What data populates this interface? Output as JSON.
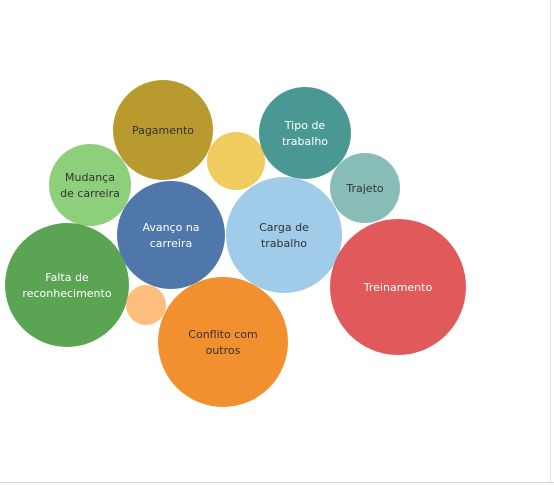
{
  "chart_data": {
    "type": "bubble",
    "title": "",
    "bubbles": [
      {
        "label": "Pagamento",
        "color": "#b89a2e",
        "label_color": "#333333"
      },
      {
        "label": "",
        "color": "#f0cc5e"
      },
      {
        "label": "Tipo de trabalho",
        "color": "#4a9893",
        "label_color": "#ffffff"
      },
      {
        "label": "Mudança de carreira",
        "color": "#8dcf7b",
        "label_color": "#333333"
      },
      {
        "label": "Trajeto",
        "color": "#87bcb7",
        "label_color": "#333333"
      },
      {
        "label": "Avanço na carreira",
        "color": "#4f77a9",
        "label_color": "#ffffff"
      },
      {
        "label": "Carga de trabalho",
        "color": "#a0cbe9",
        "label_color": "#333333"
      },
      {
        "label": "Treinamento",
        "color": "#e05a5c",
        "label_color": "#ffffff"
      },
      {
        "label": "Falta de reconhecimento",
        "color": "#5aa453",
        "label_color": "#ffffff"
      },
      {
        "label": "",
        "color": "#ffbe7e"
      },
      {
        "label": "Conflito com outros",
        "color": "#f28f2e",
        "label_color": "#333333"
      }
    ]
  }
}
